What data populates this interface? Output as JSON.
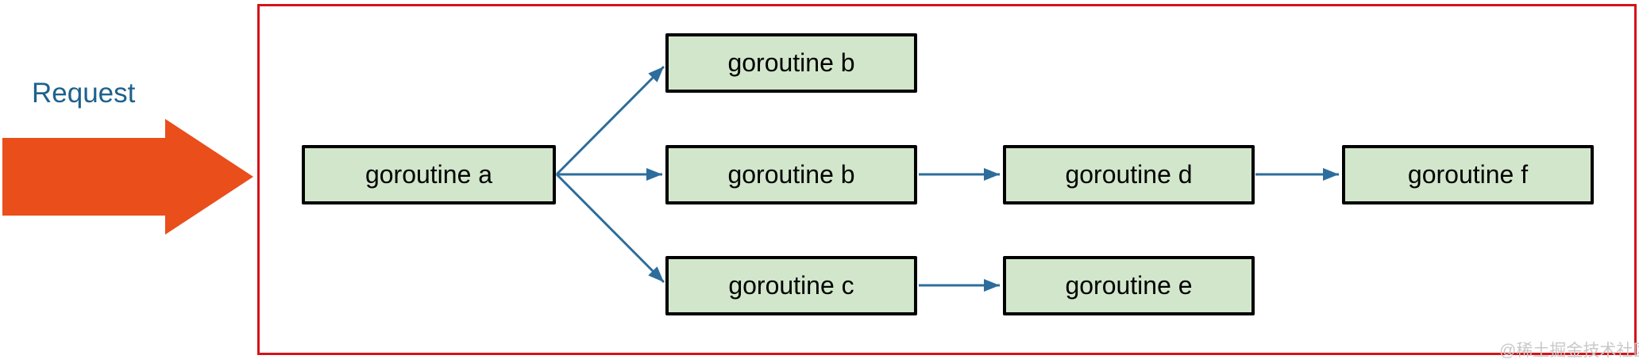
{
  "request": {
    "label": "Request"
  },
  "diagram": {
    "nodes": [
      {
        "id": "a",
        "label": "goroutine a"
      },
      {
        "id": "b-top",
        "label": "goroutine b"
      },
      {
        "id": "b-mid",
        "label": "goroutine b"
      },
      {
        "id": "c",
        "label": "goroutine c"
      },
      {
        "id": "d",
        "label": "goroutine d"
      },
      {
        "id": "e",
        "label": "goroutine e"
      },
      {
        "id": "f",
        "label": "goroutine f"
      }
    ],
    "edges": [
      {
        "from": "goroutine a",
        "to": "goroutine b (top)"
      },
      {
        "from": "goroutine a",
        "to": "goroutine b (middle)"
      },
      {
        "from": "goroutine a",
        "to": "goroutine c"
      },
      {
        "from": "goroutine b (middle)",
        "to": "goroutine d"
      },
      {
        "from": "goroutine d",
        "to": "goroutine f"
      },
      {
        "from": "goroutine c",
        "to": "goroutine e"
      }
    ]
  },
  "colors": {
    "node_fill": "#d2e6cb",
    "node_border": "#000000",
    "edge_arrow": "#2d6d9b",
    "frame_border": "#d3141a",
    "request_text": "#1f618d",
    "request_arrow": "#e94e1b",
    "watermark_text": "#c9c9c9"
  },
  "watermark": {
    "text": "@稀土掘金技术社区"
  }
}
